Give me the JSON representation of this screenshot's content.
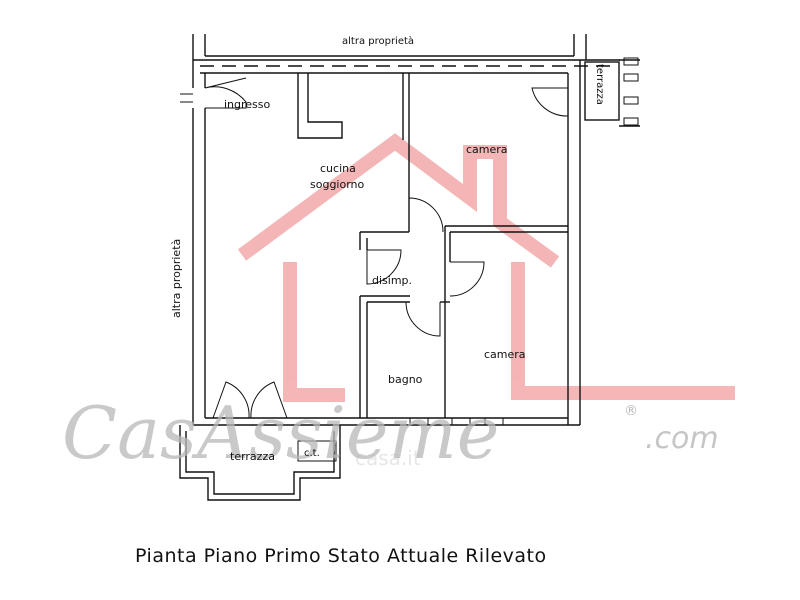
{
  "plan": {
    "caption": "Pianta Piano Primo Stato Attuale Rilevato",
    "rooms": {
      "ingresso": "ingresso",
      "cucina": "cucina",
      "soggiorno": "soggiorno",
      "camera_top": "camera",
      "camera_bottom": "camera",
      "disimp": "disimp.",
      "bagno": "bagno",
      "terrazza_bottom": "terrazza",
      "ct": "c.t.",
      "terrazza_right": "terrazza"
    },
    "neighbors": {
      "top": "altra proprietà",
      "left": "altra proprietà"
    }
  },
  "watermark": {
    "brand": "CasAssieme",
    "suffix": ".com",
    "registered": "®",
    "faint": "casa.it",
    "color": "#b8b8b8",
    "house_color": "#f2a9a9"
  }
}
